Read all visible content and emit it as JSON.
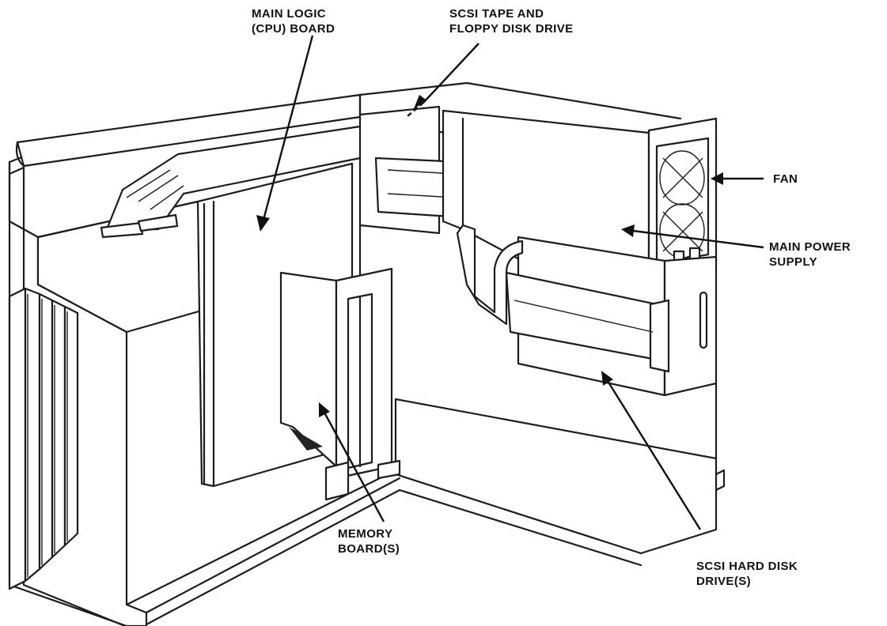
{
  "labels": {
    "main_logic_board": [
      "MAIN LOGIC",
      "(CPU) BOARD"
    ],
    "scsi_tape_floppy": [
      "SCSI TAPE AND",
      "FLOPPY DISK DRIVE"
    ],
    "fan": [
      "FAN"
    ],
    "main_power_supply": [
      "MAIN POWER",
      "SUPPLY"
    ],
    "memory_boards": [
      "MEMORY",
      "BOARD(S)"
    ],
    "scsi_hard_disk": [
      "SCSI HARD DISK",
      "DRIVE(S)"
    ]
  },
  "colors": {
    "ink": "#1c1c1c",
    "paper": "#ffffff",
    "shade": "#d9d9d9"
  }
}
